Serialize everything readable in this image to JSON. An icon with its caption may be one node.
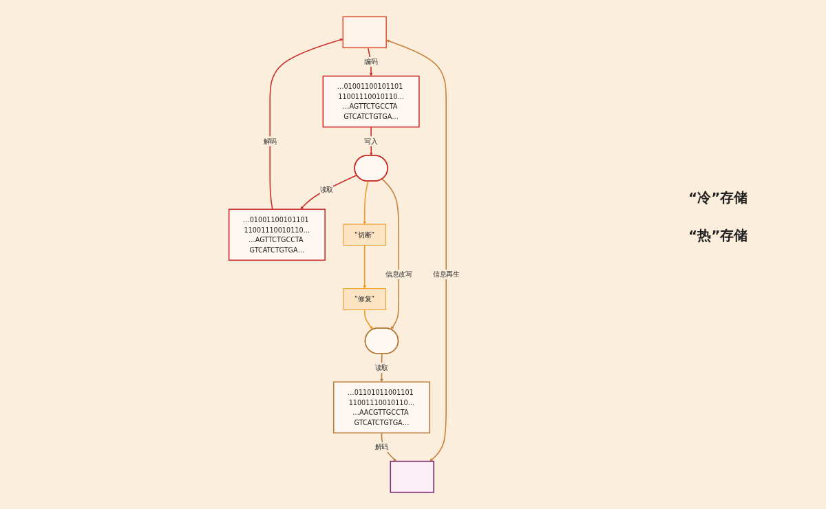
{
  "diagram": {
    "nodes": [
      {
        "text": [],
        "shape": "box"
      },
      {
        "text": [],
        "shape": "box"
      },
      {
        "text": [
          "…01001100101101 11001110010110…",
          "…AGTTCTGCCTA GTCATCTGTGA…"
        ]
      },
      {
        "text": [
          "…01001100101101 11001110010110…",
          "…AGTTCTGCCTA GTCATCTGTGA…"
        ]
      },
      {
        "text": [
          "…01101011001101 11001110010110…",
          "…AACGTTGCCTA GTCATCTGTGA…"
        ]
      },
      {
        "text": [],
        "shape": "capsule"
      },
      {
        "text": [],
        "shape": "capsule"
      },
      {
        "text": [
          "“切断”"
        ]
      },
      {
        "text": [
          "“修复”"
        ]
      }
    ],
    "edges": [
      {
        "from": 0,
        "to": 2,
        "arrow": "to",
        "label": "编码"
      },
      {
        "from": 3,
        "to": 0,
        "arrow": "to",
        "label": "解码"
      },
      {
        "from": 0,
        "to": 1,
        "arrow": "both",
        "label": "信息再生",
        "color": "#c8803a"
      },
      {
        "from": 2,
        "to": 5,
        "arrow": "to",
        "label": "写入"
      },
      {
        "from": 5,
        "to": 3,
        "arrow": "to",
        "label": "读取"
      },
      {
        "from": 5,
        "to": 6,
        "arrow": "to",
        "label": "信息改写",
        "color": "#c8803a"
      },
      {
        "from": 6,
        "to": 4,
        "arrow": "to",
        "label": "读取",
        "color": "#b67d3c"
      },
      {
        "from": 4,
        "to": 1,
        "arrow": "to",
        "label": "解码",
        "color": "#b67d3c"
      },
      {
        "from": 5,
        "to": 7,
        "arrow": "to",
        "color": "#f09a1e"
      },
      {
        "from": 7,
        "to": 8,
        "arrow": "to",
        "color": "#f09a1e"
      },
      {
        "from": 8,
        "to": 6,
        "arrow": "to",
        "color": "#f09a1e"
      }
    ],
    "labels": [
      "“冷”存储",
      "“热”存储"
    ]
  }
}
